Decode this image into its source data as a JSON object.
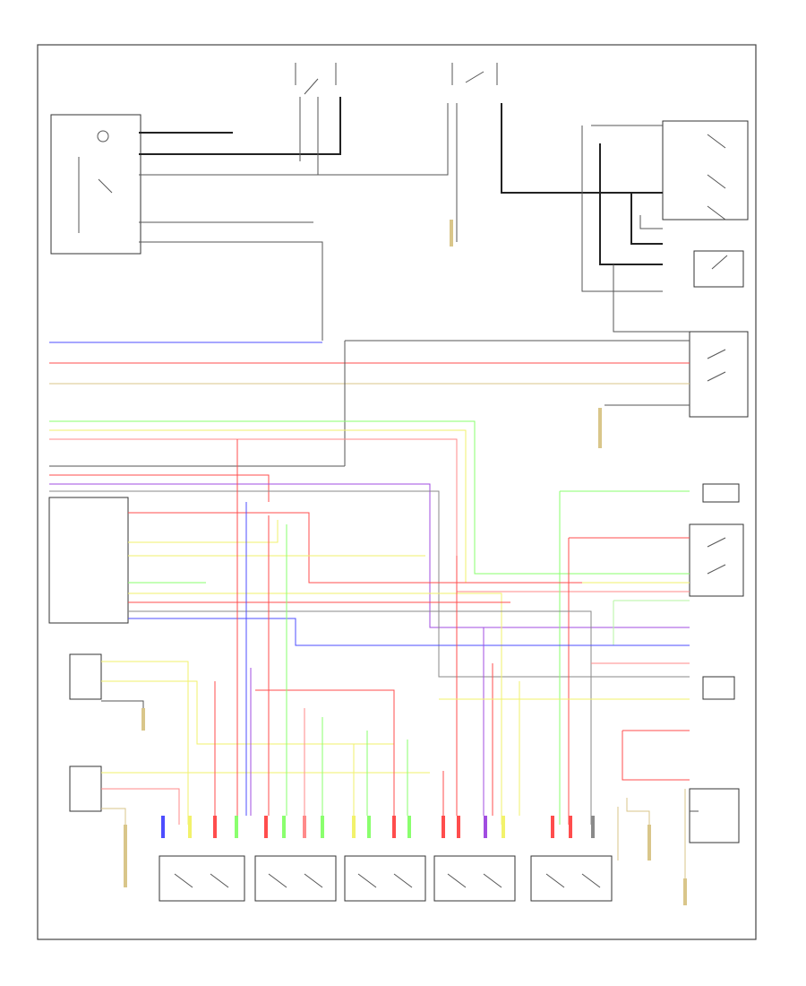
{
  "diagram": {
    "frame_label": "",
    "colors": {
      "black": "#222222",
      "grey": "#8a8a8a",
      "blue": "#4d4dff",
      "red": "#ff4d4d",
      "yellow": "#f2f26b",
      "green": "#8aff6e",
      "violet": "#a04de0",
      "pink": "#ff8a8a",
      "lightgreen": "#b6f5a0",
      "tan": "#d9c68a"
    },
    "components": [
      {
        "id": "ecm-left",
        "label": ""
      },
      {
        "id": "ac-compressor-module",
        "label": ""
      },
      {
        "id": "blower-switch",
        "label": ""
      },
      {
        "id": "control-head",
        "label": ""
      },
      {
        "id": "recirc-motor",
        "label": ""
      },
      {
        "id": "fresh-air-motor",
        "label": ""
      },
      {
        "id": "actuator-1",
        "label": ""
      },
      {
        "id": "actuator-2",
        "label": ""
      },
      {
        "id": "actuator-3",
        "label": ""
      },
      {
        "id": "actuator-4",
        "label": ""
      },
      {
        "id": "pressure-sensor",
        "label": ""
      },
      {
        "id": "ground-g1",
        "label": ""
      },
      {
        "id": "ground-g2",
        "label": ""
      },
      {
        "id": "ground-g3",
        "label": ""
      },
      {
        "id": "ground-g4",
        "label": ""
      },
      {
        "id": "ground-g5",
        "label": ""
      }
    ]
  }
}
